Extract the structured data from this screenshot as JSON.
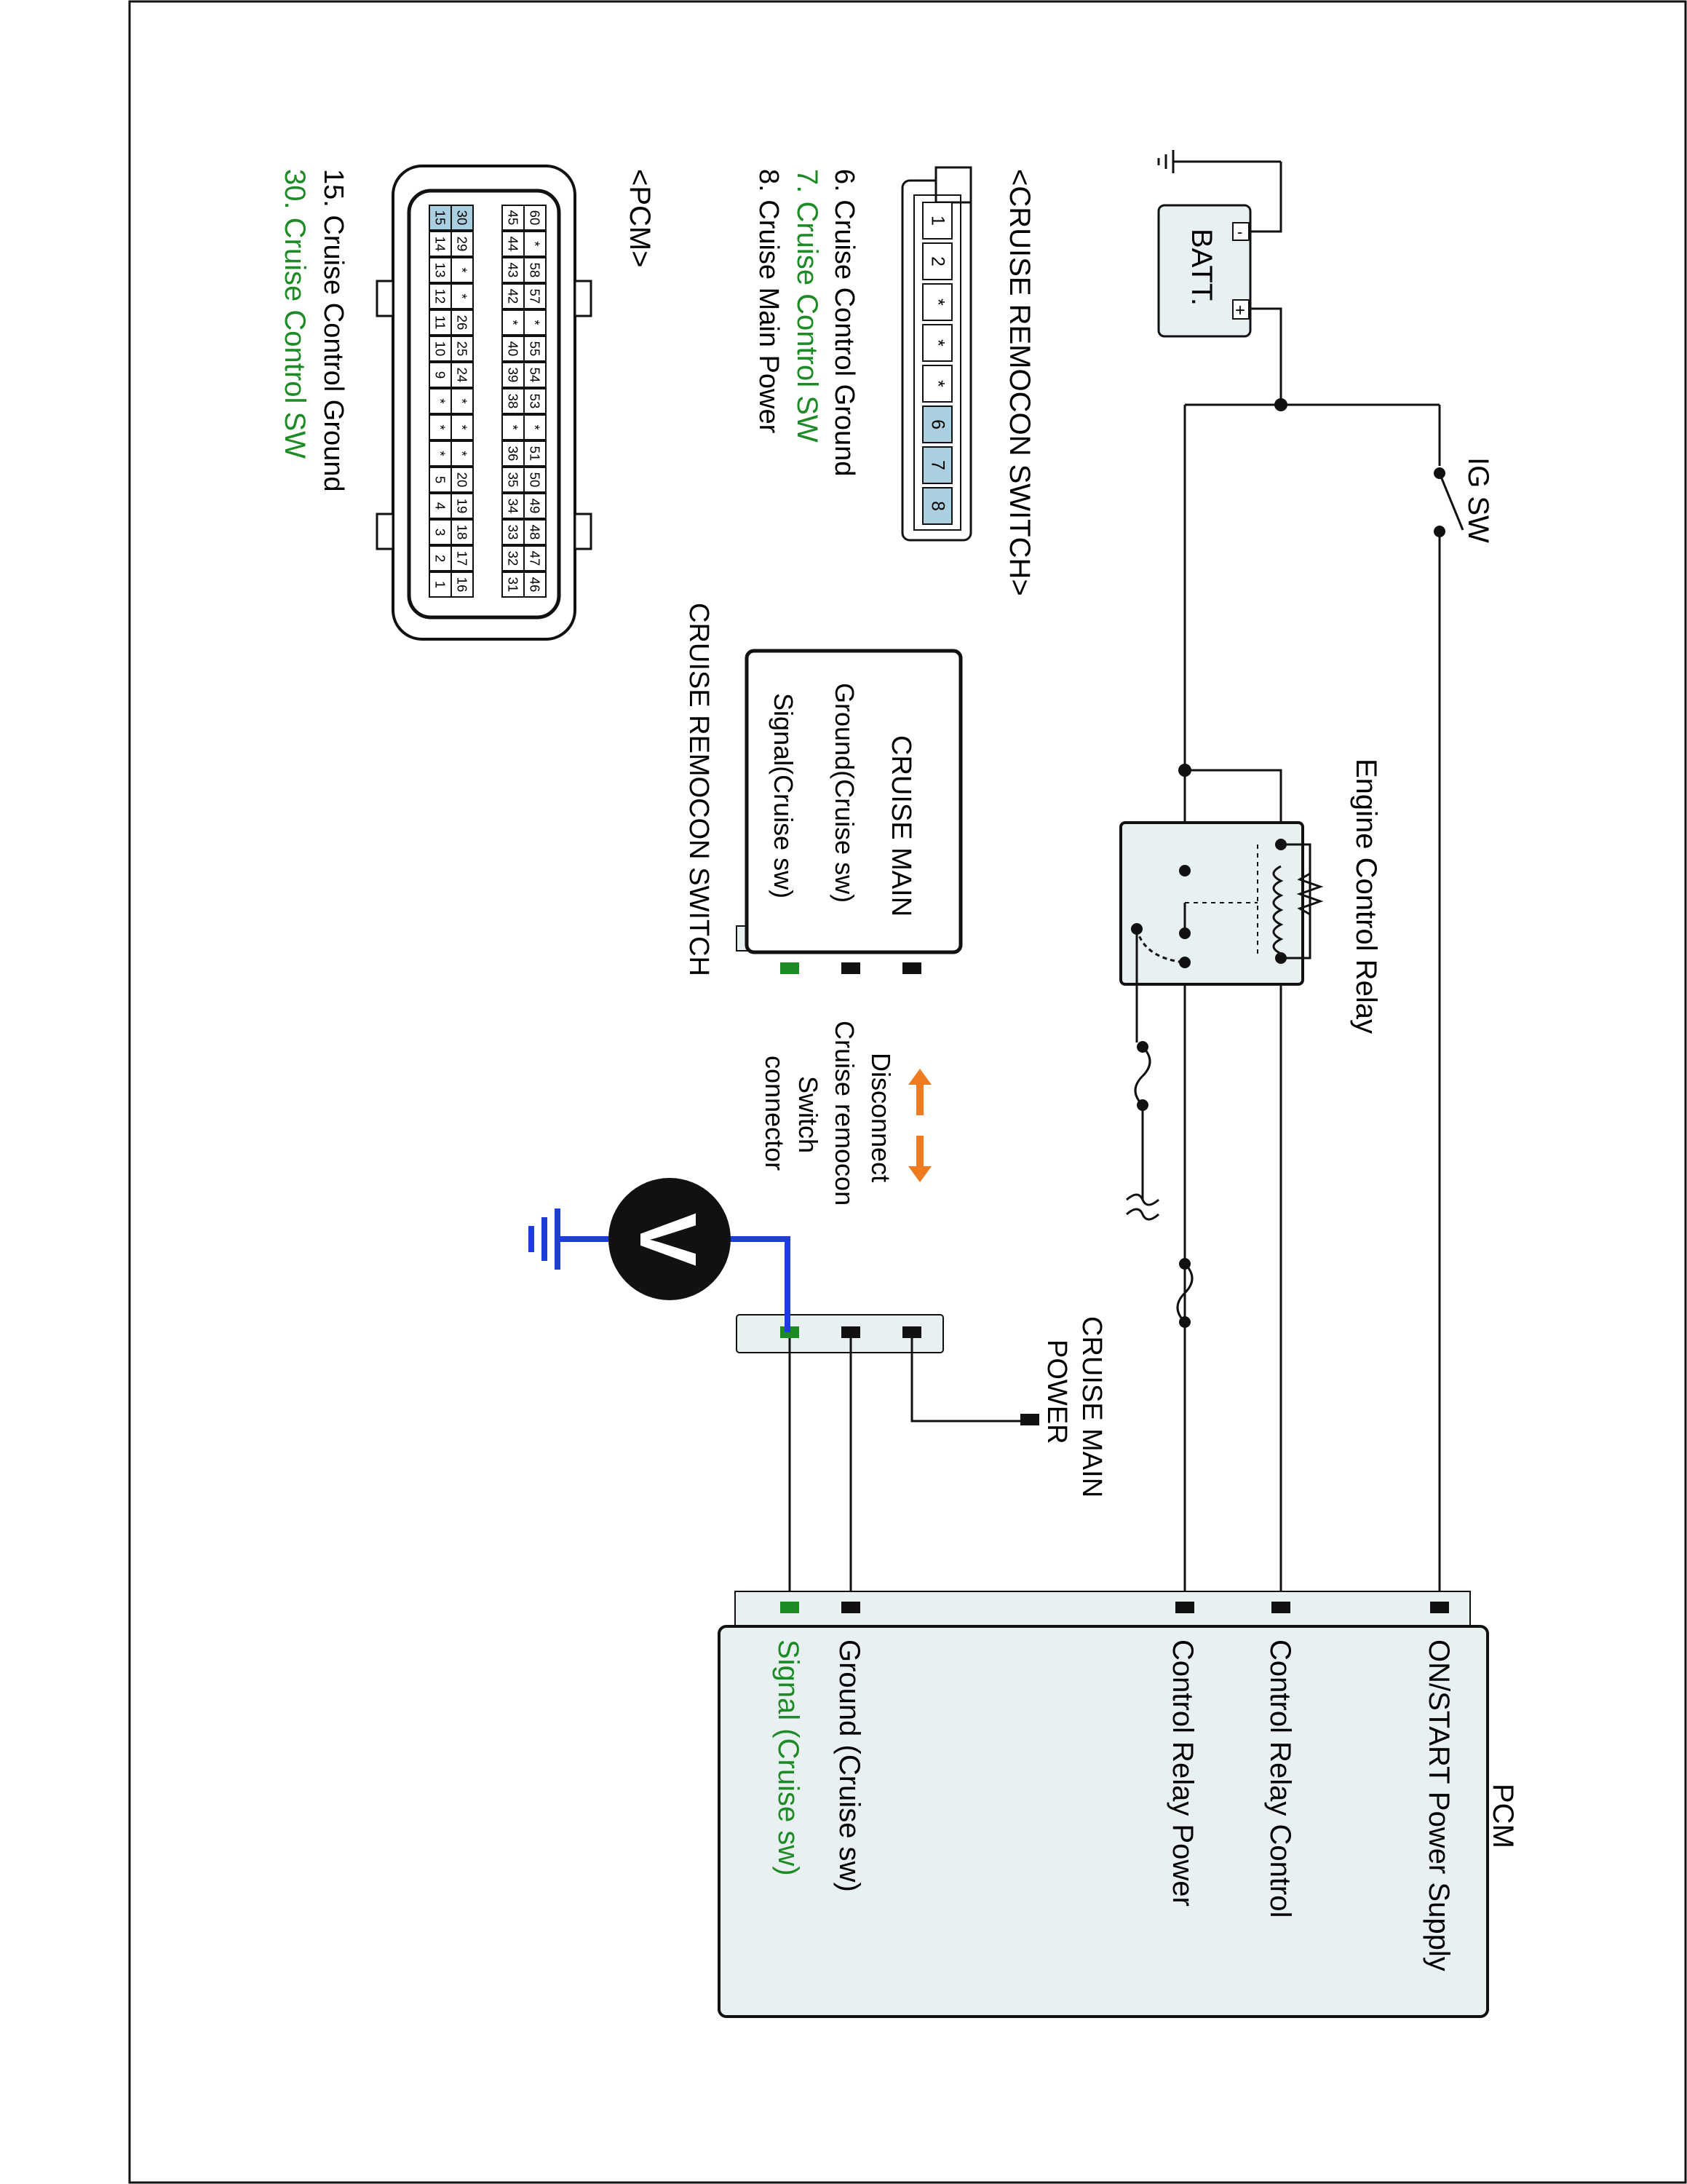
{
  "battery": {
    "label": "BATT.",
    "neg": "-",
    "pos": "+"
  },
  "ig_sw": "IG SW",
  "relay_title": "Engine Control Relay",
  "remocon_conn": {
    "title": "<CRUISE REMOCON SWITCH>",
    "pins": [
      "1",
      "2",
      "*",
      "*",
      "*",
      "6",
      "7",
      "8"
    ],
    "legend": [
      {
        "text": "6. Cruise Control Ground",
        "color": "#111111"
      },
      {
        "text": "7. Cruise Control SW",
        "color": "#1e8a26"
      },
      {
        "text": "8. Cruise Main Power",
        "color": "#111111"
      }
    ]
  },
  "pcm_conn": {
    "title": "<PCM>",
    "rows": [
      [
        "60",
        "*",
        "58",
        "57",
        "*",
        "55",
        "54",
        "53",
        "*",
        "51",
        "50",
        "49",
        "48",
        "47",
        "46"
      ],
      [
        "45",
        "44",
        "43",
        "42",
        "*",
        "40",
        "39",
        "38",
        "*",
        "36",
        "35",
        "34",
        "33",
        "32",
        "31"
      ],
      [
        "30",
        "29",
        "*",
        "*",
        "26",
        "25",
        "24",
        "*",
        "*",
        "*",
        "20",
        "19",
        "18",
        "17",
        "16"
      ],
      [
        "15",
        "14",
        "13",
        "12",
        "11",
        "10",
        "9",
        "*",
        "*",
        "*",
        "5",
        "4",
        "3",
        "2",
        "1"
      ]
    ],
    "legend": [
      {
        "text": "15. Cruise Control Ground",
        "color": "#111111"
      },
      {
        "text": "30. Cruise Control SW",
        "color": "#1e8a26"
      }
    ]
  },
  "switch_unit": {
    "title": "CRUISE MAIN",
    "line1": "Ground(Cruise sw)",
    "line2": "Signal(Cruise sw)",
    "caption": "CRUISE REMOCON SWITCH"
  },
  "disconnect_note": [
    "Disconnect",
    "Cruise remocon",
    "Switch",
    "connector"
  ],
  "cruise_main_power": [
    "CRUISE MAIN",
    "POWER"
  ],
  "voltmeter": "V",
  "pcm": {
    "title": "PCM",
    "terminals": [
      {
        "label": "ON/START Power Supply",
        "color": "#111111"
      },
      {
        "label": "Control Relay Control",
        "color": "#111111"
      },
      {
        "label": "Control Relay Power",
        "color": "#111111"
      },
      {
        "label": "Ground (Cruise sw)",
        "color": "#111111"
      },
      {
        "label": "Signal (Cruise sw)",
        "color": "#1e8a26"
      }
    ]
  },
  "colors": {
    "signal": "#1e8a26",
    "probe": "#1e3cd8",
    "arrow": "#f07a1e",
    "pin_fill": "#a9cfe0"
  }
}
